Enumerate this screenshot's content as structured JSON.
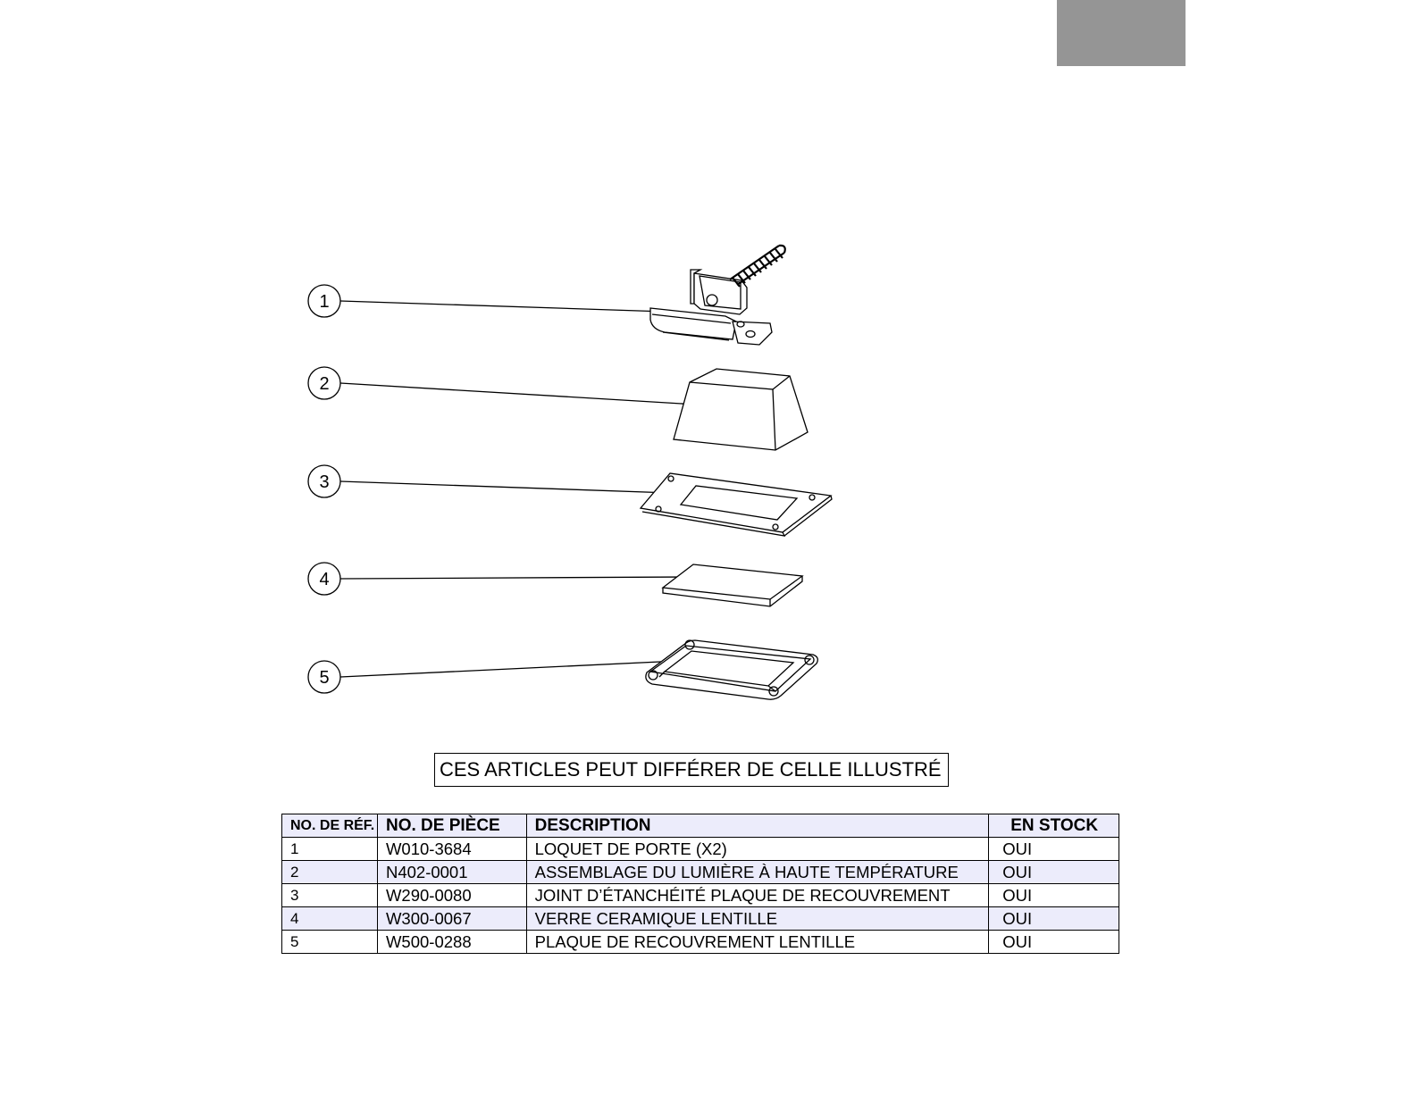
{
  "disclaimer": "CES ARTICLES PEUT DIFFÉRER DE CELLE ILLUSTRÉ",
  "callouts": [
    "1",
    "2",
    "3",
    "4",
    "5"
  ],
  "table": {
    "headers": {
      "ref": "NO. DE RÉF.",
      "part": "NO. DE PIÈCE",
      "desc": "DESCRIPTION",
      "stock": "EN STOCK"
    },
    "rows": [
      {
        "ref": "1",
        "part": "W010-3684",
        "desc": "LOQUET DE PORTE (X2)",
        "stock": "OUI"
      },
      {
        "ref": "2",
        "part": "N402-0001",
        "desc": "ASSEMBLAGE DU LUMIÈRE À HAUTE TEMPÉRATURE",
        "stock": "OUI"
      },
      {
        "ref": "3",
        "part": "W290-0080",
        "desc": "JOINT D’ÉTANCHÉITÉ PLAQUE DE RECOUVREMENT",
        "stock": "OUI"
      },
      {
        "ref": "4",
        "part": "W300-0067",
        "desc": "VERRE CERAMIQUE LENTILLE",
        "stock": "OUI"
      },
      {
        "ref": "5",
        "part": "W500-0288",
        "desc": "PLAQUE DE RECOUVREMENT LENTILLE",
        "stock": "OUI"
      }
    ]
  }
}
